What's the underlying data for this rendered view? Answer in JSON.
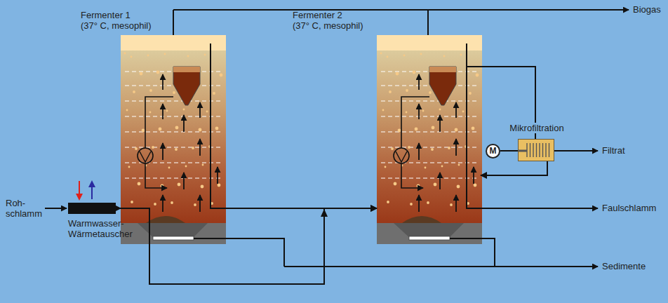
{
  "diagram": {
    "nodes": [
      {
        "text": [
          "Fermenter 1",
          "(37° C, mesophil)"
        ]
      },
      {
        "text": [
          "Fermenter 2",
          "(37° C, mesophil)"
        ]
      },
      {
        "text": [
          "Mikrofiltration"
        ]
      },
      {
        "text": [
          "M"
        ]
      },
      {
        "text": [
          "Warmwasser- Wärmetauscher"
        ]
      }
    ],
    "edges": [
      {
        "from": 4,
        "to": 0,
        "arrow": "to"
      },
      {
        "from": 0,
        "to": 1,
        "arrow": "to"
      },
      {
        "from": 1,
        "to": 2,
        "arrow": "none"
      },
      {
        "from": 2,
        "to": 1,
        "arrow": "to"
      },
      {
        "from": 3,
        "to": 2,
        "arrow": "none"
      },
      {
        "from": 4,
        "to": 1,
        "arrow": "to"
      }
    ],
    "labels": [
      "Biogas",
      "Roh- schlamm",
      "Filtrat",
      "Faulschlamm",
      "Sedimente"
    ]
  }
}
